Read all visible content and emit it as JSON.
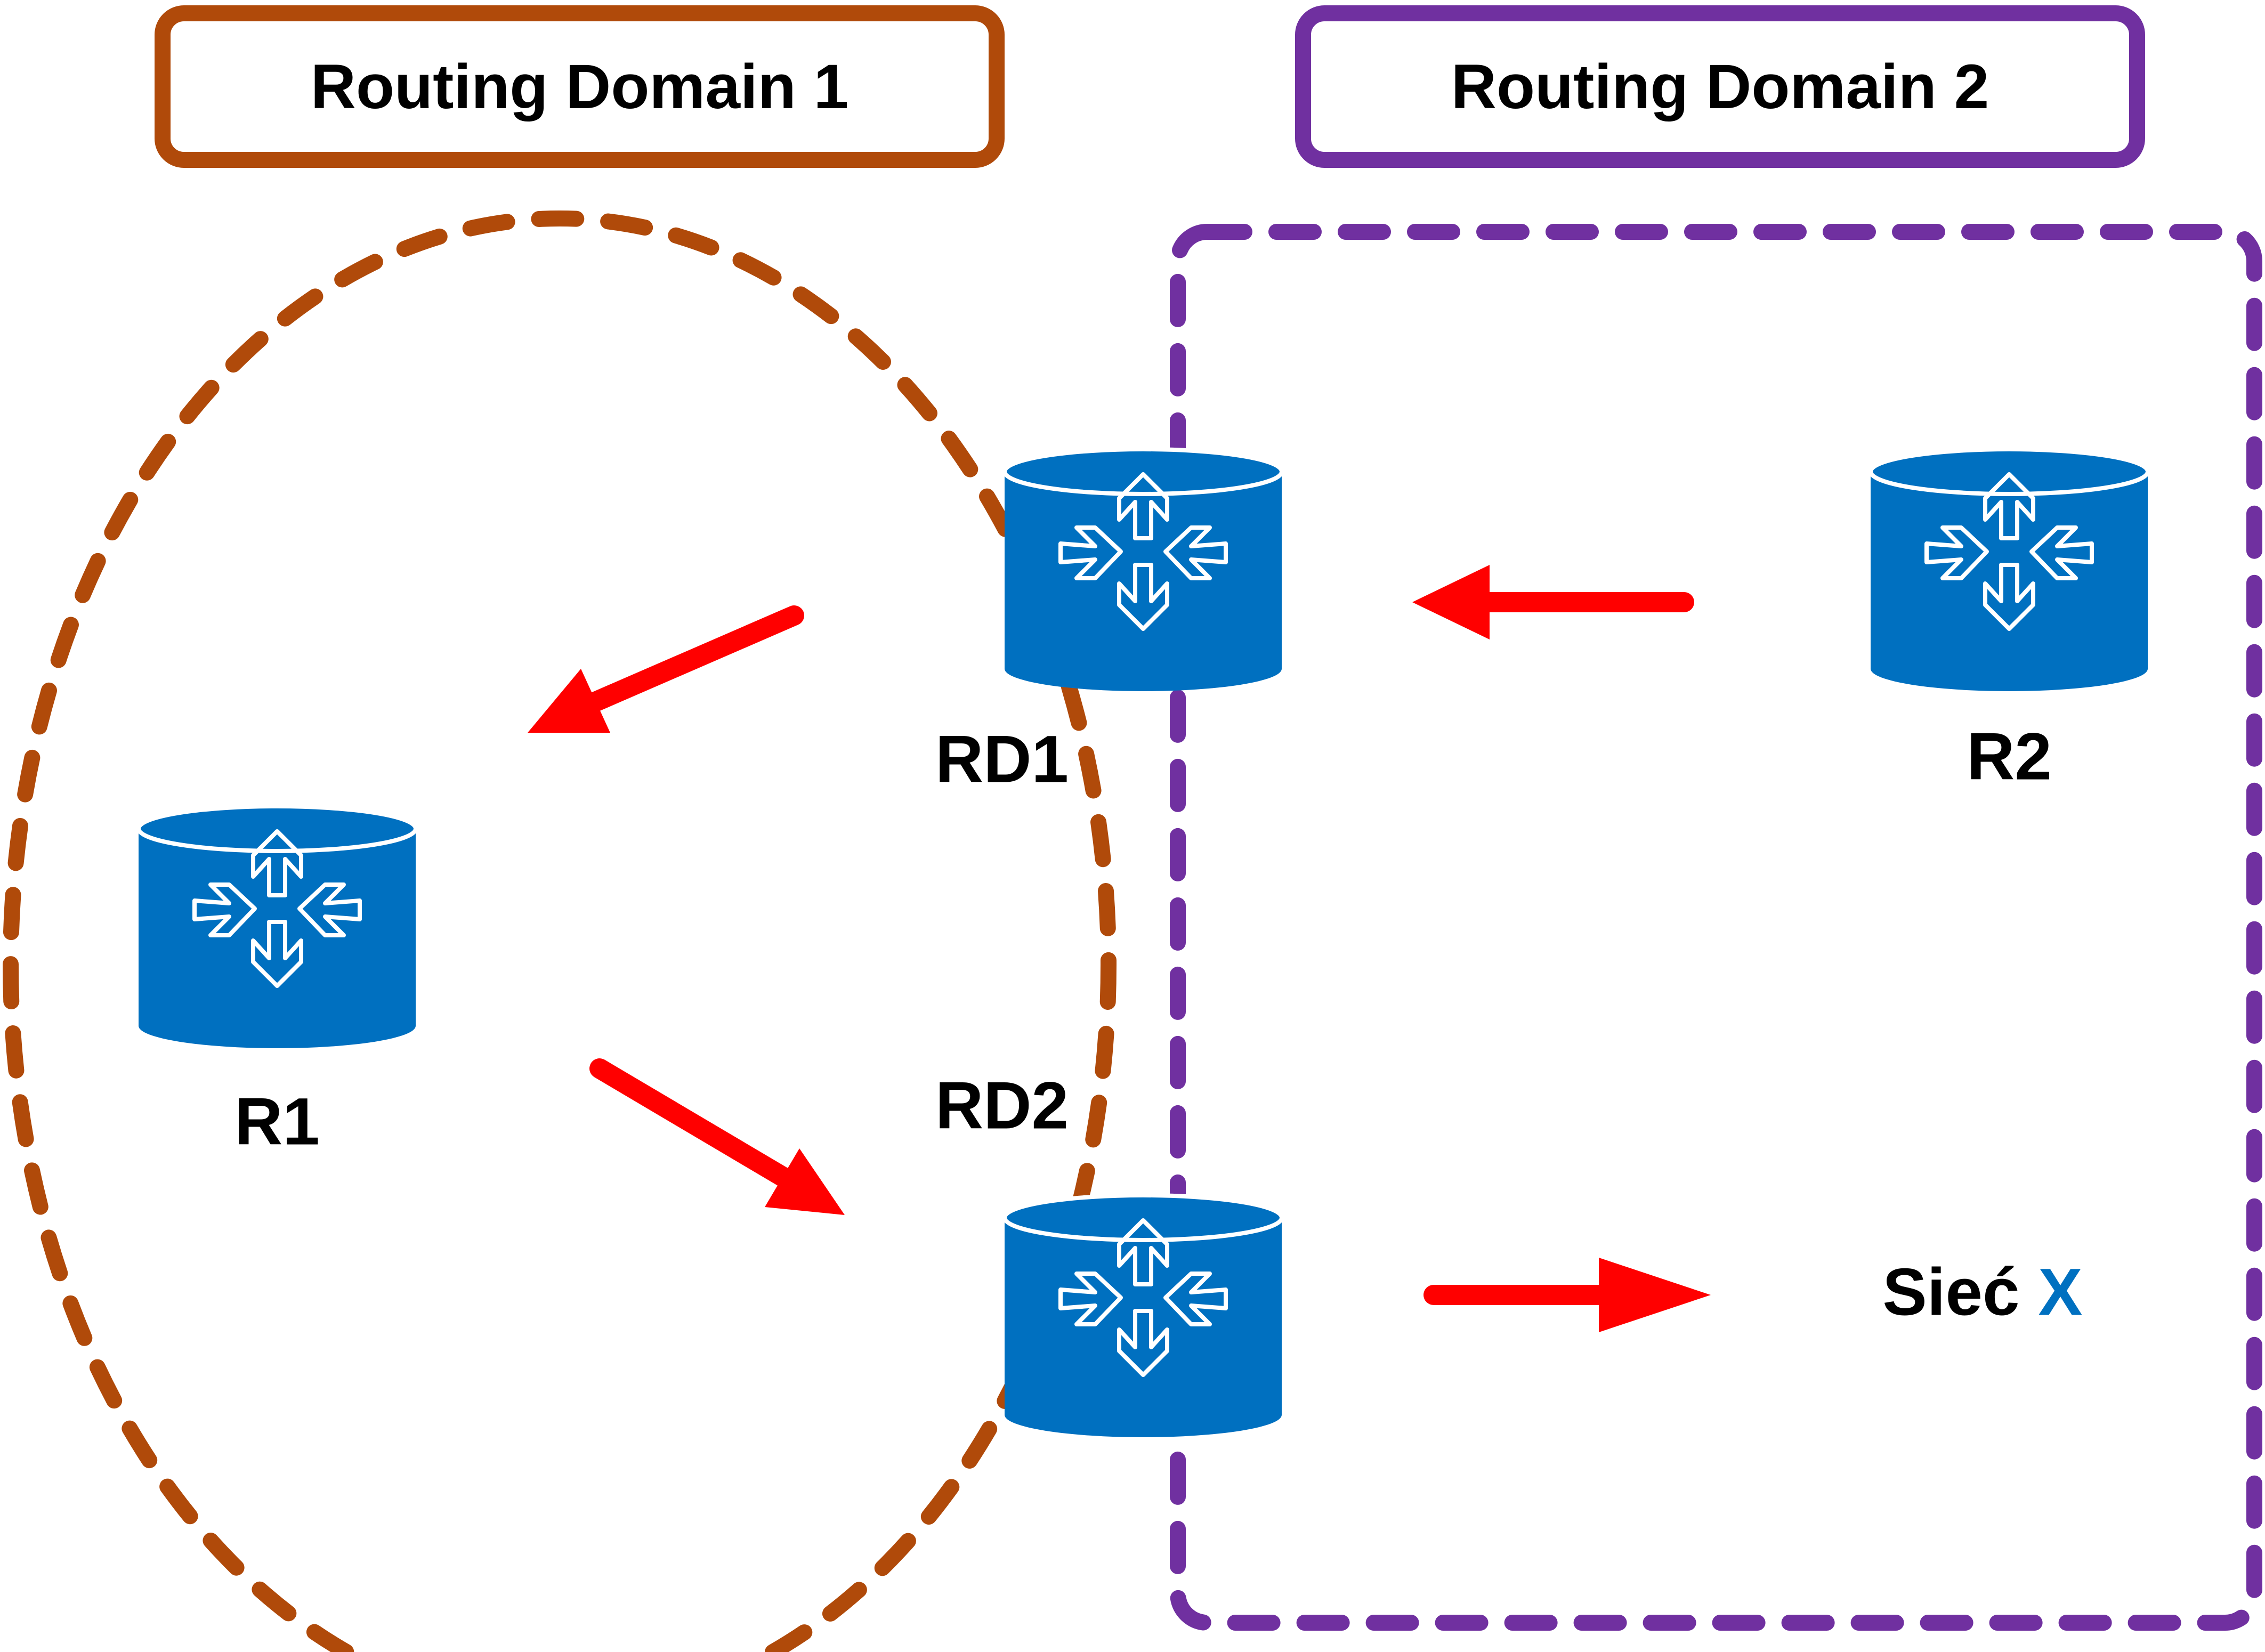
{
  "domains": [
    {
      "label": "Routing Domain 1",
      "color": "#b04a0a"
    },
    {
      "label": "Routing Domain 2",
      "color": "#7030a0"
    }
  ],
  "routers": [
    {
      "id": "R1",
      "label": "R1"
    },
    {
      "id": "RD1",
      "label": "RD1"
    },
    {
      "id": "RD2",
      "label": "RD2"
    },
    {
      "id": "R2",
      "label": "R2"
    }
  ],
  "network": {
    "prefix": "Sieć",
    "name": "X"
  },
  "colors": {
    "router": "#0070c0",
    "arrow": "#ff0000",
    "network_accent": "#0070c0"
  },
  "arrows": [
    {
      "from": "RD1",
      "to": "R1"
    },
    {
      "from": "R1",
      "to": "RD2"
    },
    {
      "from": "R2",
      "to": "RD1"
    },
    {
      "from": "RD2",
      "to": "Sieć X"
    }
  ]
}
